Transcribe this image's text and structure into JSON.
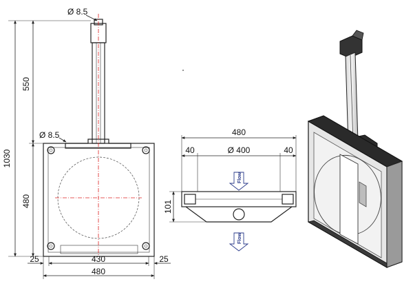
{
  "front": {
    "hole_dia_top": "Ø 8.5",
    "hole_dia_left": "Ø 8.5",
    "overall_height": "1030",
    "stem_height": "550",
    "body_height": "480",
    "edge_left": "25",
    "inner_width": "430",
    "edge_right": "25",
    "overall_width": "480"
  },
  "side": {
    "overall_width": "480",
    "left_offset": "40",
    "bore_dia": "Ø 400",
    "right_offset": "40",
    "depth": "101",
    "flow_label_top": "Flow",
    "flow_label_bottom": "Flow"
  },
  "colors": {
    "line": "#222222",
    "centerline": "#dd2222",
    "flow_arrow": "#2a3a8a"
  }
}
